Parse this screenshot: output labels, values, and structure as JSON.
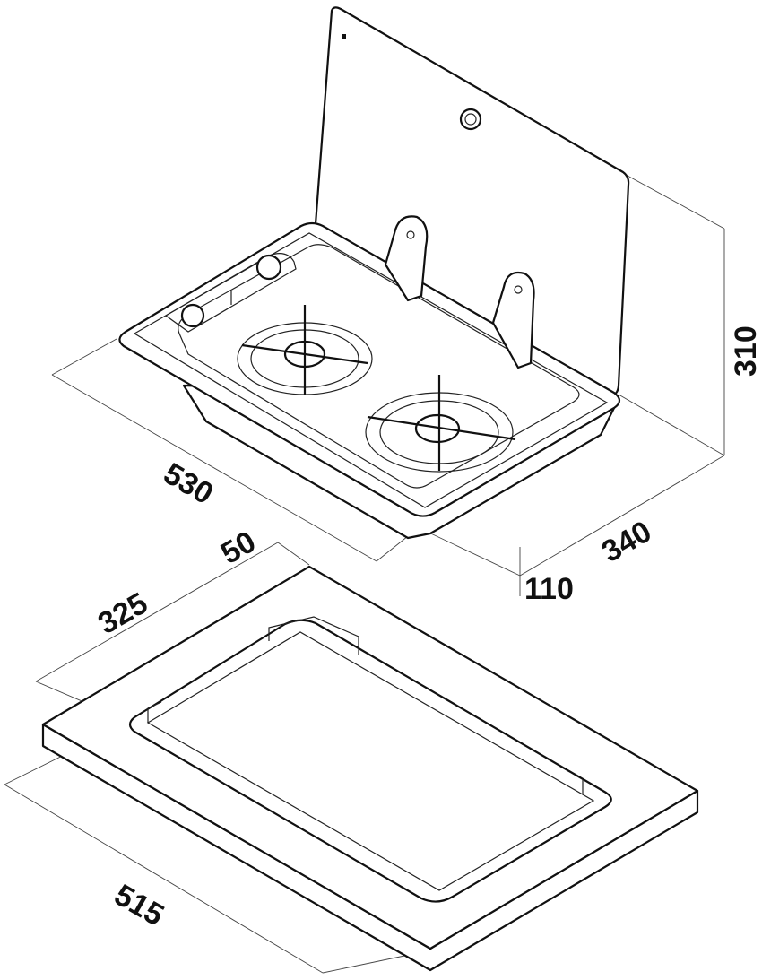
{
  "title": "Two-burner gas hob with glass lid - installation dimensions",
  "units": "mm",
  "dimensions": {
    "hob_width": "530",
    "hob_depth": "340",
    "lid_height": "310",
    "built_in_depth": "110",
    "cutout_offset": "50",
    "cutout_depth": "325",
    "cutout_width": "515"
  }
}
